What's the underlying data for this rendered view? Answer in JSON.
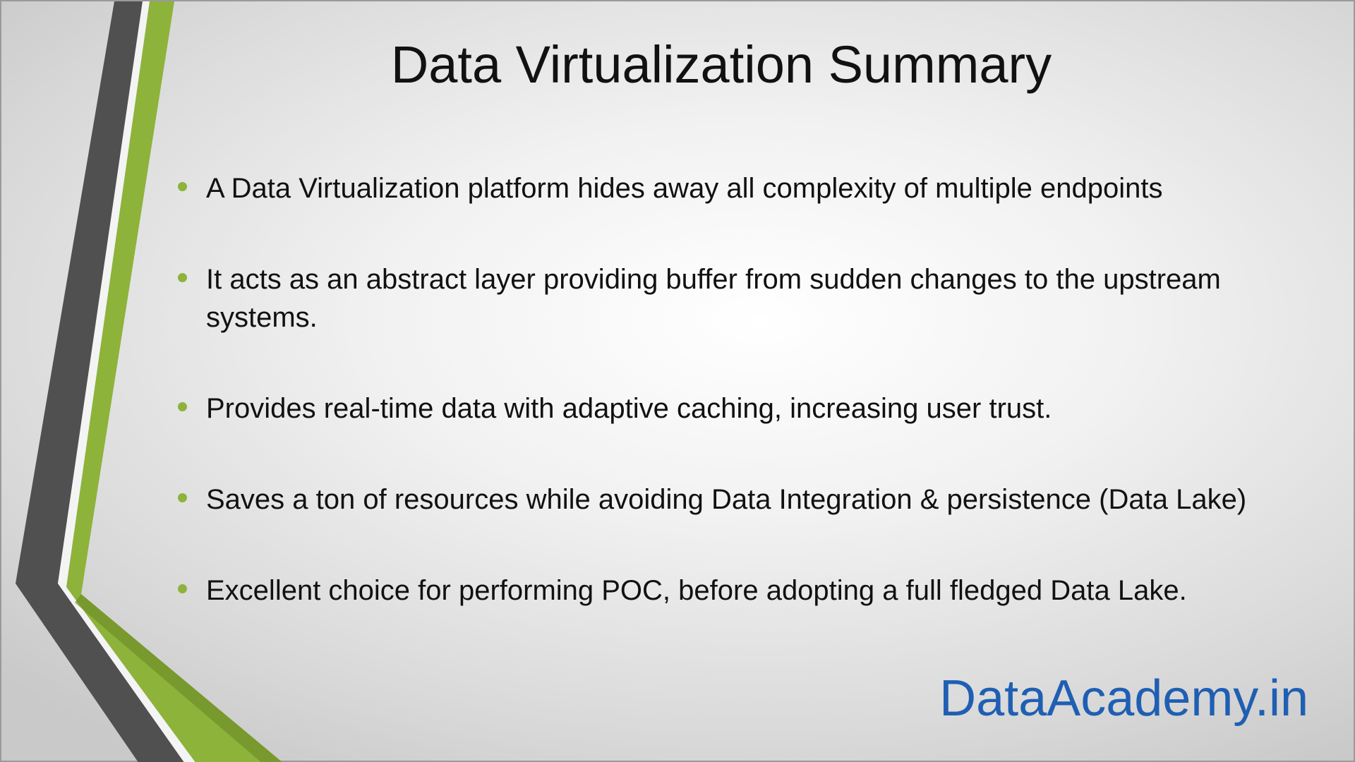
{
  "slide": {
    "title": "Data Virtualization Summary",
    "bullets": [
      "A Data Virtualization platform hides away all complexity of multiple endpoints",
      "It acts as an abstract layer providing buffer from sudden changes to the upstream systems.",
      "Provides real-time data with adaptive caching, increasing user trust.",
      "Saves a ton of resources while avoiding Data Integration & persistence (Data Lake)",
      "Excellent choice for performing POC, before adopting a full fledged Data Lake."
    ],
    "brand": "DataAcademy.in"
  },
  "colors": {
    "accent_green": "#8db33a",
    "accent_gray": "#555555",
    "brand_blue": "#1f5fb3"
  }
}
